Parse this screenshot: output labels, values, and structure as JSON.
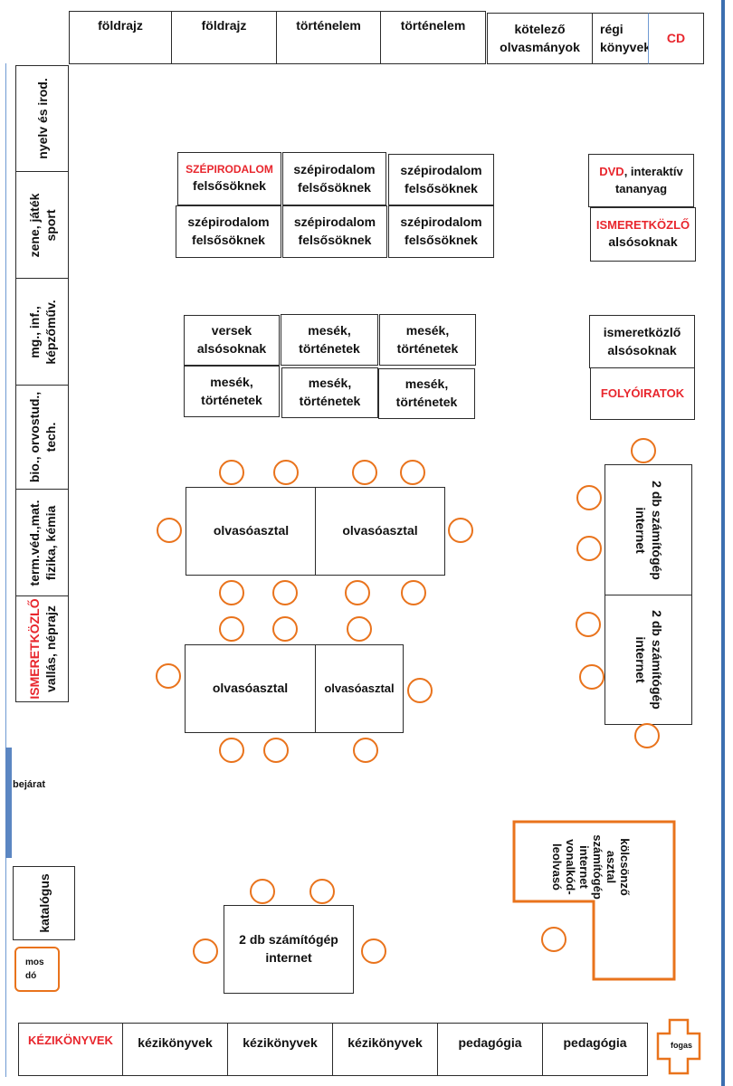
{
  "top_shelves": [
    {
      "lines": [
        "földrajz"
      ]
    },
    {
      "lines": [
        "földrajz"
      ]
    },
    {
      "lines": [
        "történelem"
      ]
    },
    {
      "lines": [
        "történelem"
      ]
    },
    {
      "lines": [
        "kötelező",
        "olvasmányok"
      ]
    },
    {
      "lines": [
        "régi",
        "könyvek"
      ]
    },
    {
      "lines": [
        "CD"
      ]
    }
  ],
  "left_shelves": [
    {
      "lines": [
        "nyelv és irod."
      ]
    },
    {
      "lines": [
        "zene, játék",
        "sport"
      ]
    },
    {
      "lines": [
        "mg., inf.,",
        "képzőműv."
      ]
    },
    {
      "lines": [
        "bio., orvostud.,",
        "tech."
      ]
    },
    {
      "lines": [
        "term.véd.,mat.",
        "fizika, kémia"
      ]
    },
    {
      "lines": [
        "ISMERETKÖZLŐ",
        "vallás, néprajz"
      ]
    }
  ],
  "literature_upper": [
    {
      "lines": [
        "SZÉPIRODALOM",
        "felsősöknek"
      ]
    },
    {
      "lines": [
        "szépirodalom",
        "felsősöknek"
      ]
    },
    {
      "lines": [
        "szépirodalom",
        "felsősöknek"
      ]
    },
    {
      "lines": [
        "szépirodalom",
        "felsősöknek"
      ]
    },
    {
      "lines": [
        "szépirodalom",
        "felsősöknek"
      ]
    },
    {
      "lines": [
        "szépirodalom",
        "felsősöknek"
      ]
    }
  ],
  "tales": [
    {
      "lines": [
        "versek",
        "alsósoknak"
      ]
    },
    {
      "lines": [
        "mesék,",
        "történetek"
      ]
    },
    {
      "lines": [
        "mesék,",
        "történetek"
      ]
    },
    {
      "lines": [
        "mesék,",
        "történetek"
      ]
    },
    {
      "lines": [
        "mesék,",
        "történetek"
      ]
    },
    {
      "lines": [
        "mesék,",
        "történetek"
      ]
    }
  ],
  "right_shelves": {
    "dvd_red": "DVD",
    "dvd_rest": ", interaktív",
    "dvd_line2": "tananyag",
    "ismeret_red": "ISMERETKÖZLŐ",
    "ismeret_line2": "alsósoknak",
    "ismeret2": [
      "ismeretközlő",
      "alsósoknak"
    ],
    "folyoiratok": "FOLYÓIRATOK"
  },
  "reading_tables": [
    "olvasóasztal",
    "olvasóasztal",
    "olvasóasztal",
    "olvasóasztal"
  ],
  "computer_tables_right": [
    {
      "lines": [
        "2 db számítógép",
        "internet"
      ]
    },
    {
      "lines": [
        "2 db számítógép",
        "internet"
      ]
    }
  ],
  "computer_table_bottom": {
    "lines": [
      "2 db számítógép",
      "internet"
    ]
  },
  "entrance": "bejárat",
  "catalog": "katalógus",
  "sink": [
    "mos",
    "dó"
  ],
  "lending_desk": {
    "lines": [
      "kölcsönző",
      "asztal",
      "számítógép",
      "internet",
      "vonalkód-",
      "leolvasó"
    ]
  },
  "bottom_shelves": [
    {
      "lines": [
        "KÉZIKÖNYVEK"
      ]
    },
    {
      "lines": [
        "kézikönyvek"
      ]
    },
    {
      "lines": [
        "kézikönyvek"
      ]
    },
    {
      "lines": [
        "kézikönyvek"
      ]
    },
    {
      "lines": [
        "pedagógia"
      ]
    },
    {
      "lines": [
        "pedagógia"
      ]
    }
  ],
  "coat_rack": "fogas",
  "colors": {
    "accent_red": "#e8262d",
    "chair_orange": "#e9731c",
    "wall_blue": "#3c6fb0"
  }
}
